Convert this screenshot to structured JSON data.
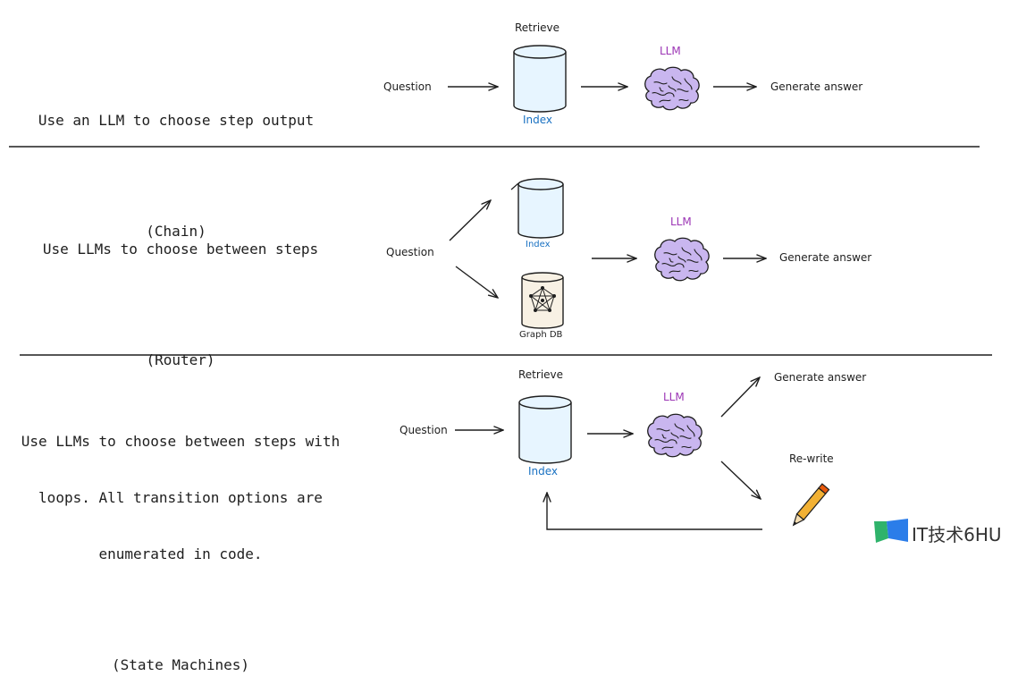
{
  "sections": [
    {
      "description": [
        "Use an LLM to choose step output",
        "",
        "(Chain)"
      ],
      "question": "Question",
      "retrieve": "Retrieve",
      "index": "Index",
      "llm": "LLM",
      "answer": "Generate answer"
    },
    {
      "description": [
        "Use LLMs to choose between steps",
        "",
        "(Router)"
      ],
      "question": "Question",
      "index": "Index",
      "graph_db": "Graph DB",
      "llm": "LLM",
      "answer": "Generate answer"
    },
    {
      "description": [
        "Use LLMs to choose between steps with",
        "loops. All transition options are",
        "enumerated in code.",
        "",
        "(State Machines)"
      ],
      "question": "Question",
      "retrieve": "Retrieve",
      "index": "Index",
      "llm": "LLM",
      "answer": "Generate answer",
      "rewrite": "Re-write"
    }
  ],
  "watermark": "IT技术6HU",
  "colors": {
    "ink": "#1e1e1e",
    "db_fill": "#e7f5ff",
    "graph_fill": "#f8f1e4",
    "brain_fill": "#c9b6ef",
    "llm_label": "#9c36b5",
    "index_label": "#1971c2",
    "pencil": "#f2b134"
  },
  "icons": [
    "database-icon",
    "brain-icon",
    "graph-db-icon",
    "pencil-icon"
  ]
}
